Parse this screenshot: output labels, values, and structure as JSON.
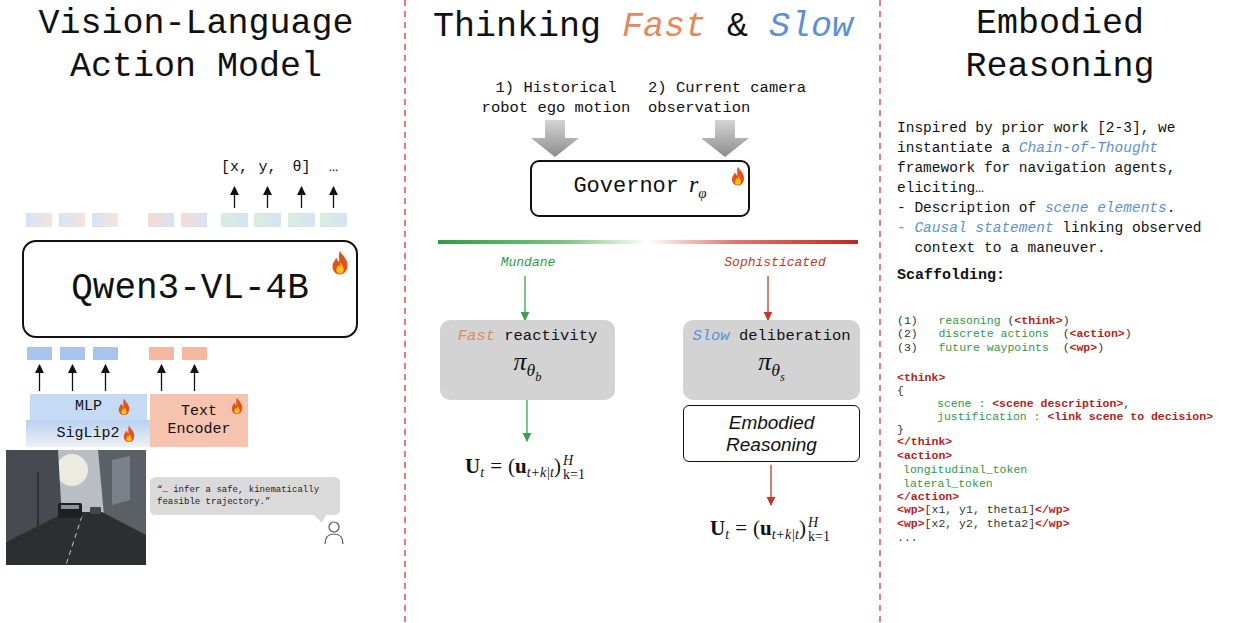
{
  "diagram": {
    "nodes": [
      {
        "text": [
          "Qwen3-VL-4B"
        ]
      },
      {
        "text": [
          "MLP"
        ]
      },
      {
        "text": [
          "SigLip2"
        ]
      },
      {
        "text": [
          "Text Encoder"
        ]
      },
      {
        "text": [
          "“… infer a safe, kinematically feasible trajectory.”"
        ]
      },
      {
        "text": [
          "Governor",
          "r",
          "φ"
        ]
      },
      {
        "text": [
          "Fast",
          "reactivity",
          "π",
          "θ",
          "b"
        ]
      },
      {
        "text": [
          "Slow",
          "deliberation",
          "π",
          "θ",
          "s"
        ]
      },
      {
        "text": [
          "Embodied Reasoning"
        ]
      }
    ],
    "labels": [
      "Vision-Language Action Model",
      "[x,",
      "y,",
      "θ]",
      "…",
      "Thinking",
      "Fast",
      "&",
      "Slow",
      "1) Historical robot ego motion",
      "2) Current camera observation",
      "Mundane",
      "Sophisticated",
      "U",
      "t",
      "=",
      "(",
      "u",
      "t+k|t",
      ")",
      "H",
      "k=1",
      "U",
      "t",
      "=",
      "(",
      "u",
      "t+k|t",
      ")",
      "H",
      "k=1",
      "Embodied Reasoning",
      "Inspired by prior work [2-3], we instantiate a",
      "Chain-of-Thought",
      "framework for navigation agents, eliciting…",
      "- Description of",
      "scene elements",
      ".",
      "- Causal statement",
      "linking observed context to a maneuver.",
      "Scaffolding:",
      "(1)",
      "reasoning",
      "(",
      "<think>",
      ")",
      "(2)",
      "discrete actions",
      "(",
      "<action>",
      ")",
      "(3)",
      "future waypoints",
      "(",
      "<wp>",
      ")",
      "<think>",
      "{",
      "scene :",
      "<scene description>",
      ",",
      "justification :",
      "<link scene to decision>",
      "}",
      "</think>",
      "<action>",
      "longitudinal_token",
      "lateral_token",
      "</action>",
      "<wp>",
      "[x1, y1, theta1]",
      "</wp>",
      "<wp>",
      "[x2, y2, theta2]",
      "</wp>",
      "..."
    ]
  }
}
